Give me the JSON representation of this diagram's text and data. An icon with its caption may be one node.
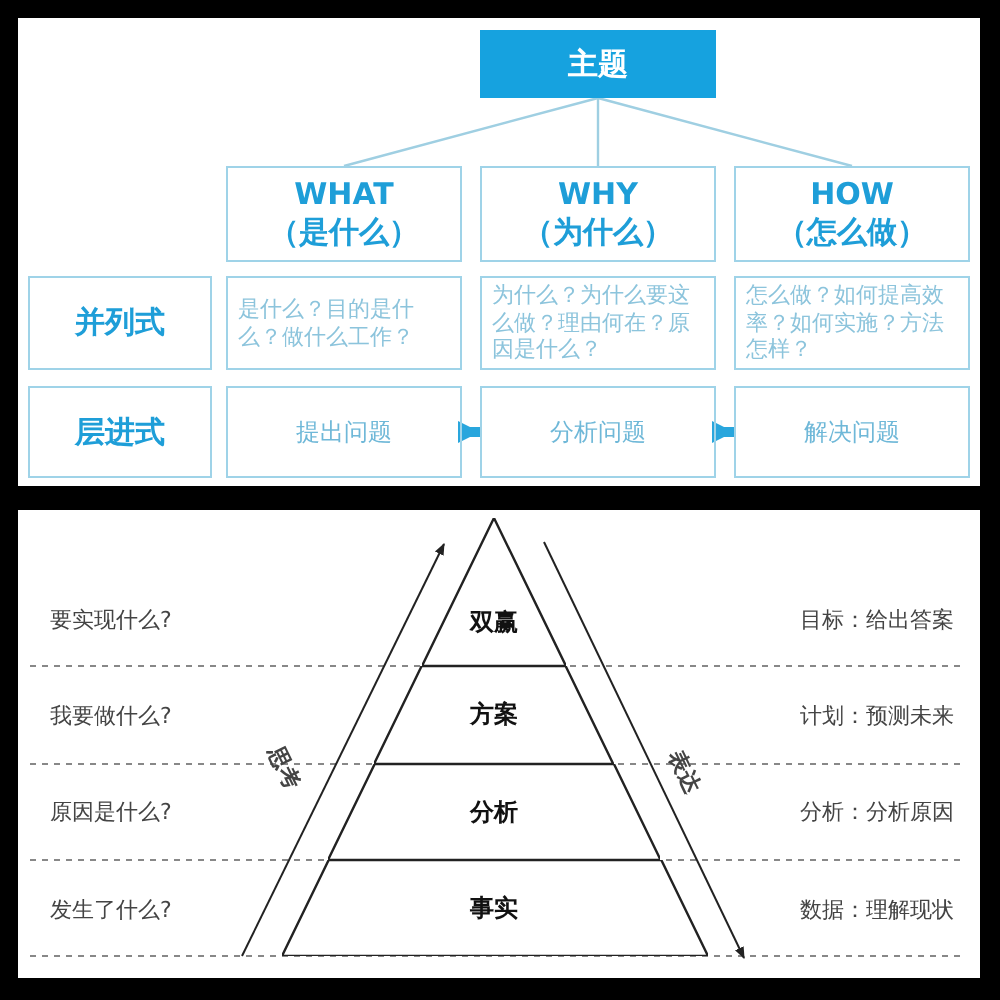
{
  "diagram": {
    "nodes": [
      {
        "text": [
          "主题"
        ]
      },
      {
        "text": [
          "WHAT",
          "（是什么）"
        ]
      },
      {
        "text": [
          "WHY",
          "（为什么）"
        ]
      },
      {
        "text": [
          "HOW",
          "（怎么做）"
        ]
      },
      {
        "text": [
          "并列式"
        ]
      },
      {
        "text": [
          "是什么？目的是什么？做什么工作？"
        ]
      },
      {
        "text": [
          "为什么？为什么要这么做？理由何在？原因是什么？"
        ]
      },
      {
        "text": [
          "怎么做？如何提高效率？如何实施？方法怎样？"
        ]
      },
      {
        "text": [
          "层进式"
        ]
      },
      {
        "text": [
          "提出问题"
        ]
      },
      {
        "text": [
          "分析问题"
        ]
      },
      {
        "text": [
          "解决问题"
        ]
      },
      {
        "text": [
          "双赢"
        ]
      },
      {
        "text": [
          "方案"
        ]
      },
      {
        "text": [
          "分析"
        ]
      },
      {
        "text": [
          "事实"
        ]
      }
    ],
    "edges": [
      {
        "from": 0,
        "to": 1,
        "arrow": "none"
      },
      {
        "from": 0,
        "to": 2,
        "arrow": "none"
      },
      {
        "from": 0,
        "to": 3,
        "arrow": "none"
      },
      {
        "from": 9,
        "to": 10,
        "arrow": "to",
        "style": "thick",
        "color": "#29a6dd"
      },
      {
        "from": 10,
        "to": 11,
        "arrow": "to",
        "style": "thick",
        "color": "#29a6dd"
      }
    ],
    "labels": [
      "要实现什么?",
      "目标：给出答案",
      "我要做什么?",
      "计划：预测未来",
      "思考",
      "表达",
      "原因是什么?",
      "分析：分析原因",
      "发生了什么?",
      "数据：理解现状"
    ]
  }
}
